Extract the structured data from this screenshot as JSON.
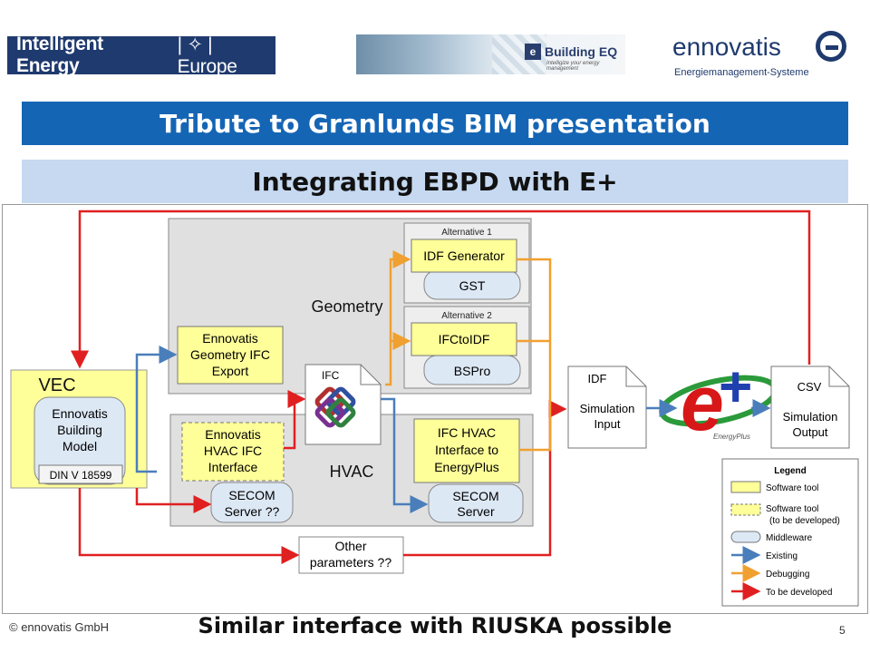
{
  "logos": {
    "intelligent_energy": "Intelligent Energy",
    "intelligent_energy_region": "Europe",
    "building_eq": "Building EQ",
    "building_eq_tagline": "Intelligize your energy management",
    "ennovatis": "ennovatis",
    "ennovatis_sub": "Energiemanagement-Systeme"
  },
  "title": "Tribute to Granlunds BIM presentation",
  "subtitle": "Integrating EBPD with E+",
  "diagram": {
    "geometry_label": "Geometry",
    "hvac_label": "HVAC",
    "alternative1": "Alternative 1",
    "alternative2": "Alternative 2",
    "idf_generator": "IDF Generator",
    "gst": "GST",
    "ifctoidf": "IFCtoIDF",
    "bspro": "BSPro",
    "vec": "VEC",
    "building_model": [
      "Ennovatis",
      "Building",
      "Model"
    ],
    "din": "DIN V 18599",
    "geom_export": [
      "Ennovatis",
      "Geometry IFC",
      "Export"
    ],
    "hvac_ifc": [
      "Ennovatis",
      "HVAC IFC",
      "Interface"
    ],
    "ifc_label": "IFC",
    "secom_server_q": [
      "SECOM",
      "Server ??"
    ],
    "ifc_hvac_interface": [
      "IFC HVAC",
      "Interface to",
      "EnergyPlus"
    ],
    "secom_server": [
      "SECOM",
      "Server"
    ],
    "idf_label": "IDF",
    "sim_input": [
      "Simulation",
      "Input"
    ],
    "csv_label": "CSV",
    "sim_output": [
      "Simulation",
      "Output"
    ],
    "energyplus_caption": "EnergyPlus",
    "other_params": [
      "Other",
      "parameters ??"
    ]
  },
  "legend": {
    "title": "Legend",
    "items": [
      {
        "label": "Software tool"
      },
      {
        "label": "Software tool",
        "label2": "(to be developed)"
      },
      {
        "label": "Middleware"
      },
      {
        "label": "Existing"
      },
      {
        "label": "Debugging"
      },
      {
        "label": "To be developed"
      }
    ]
  },
  "colors": {
    "title_bar": "#1565b5",
    "subtitle_bar": "#c6d9f1",
    "software_tool": "#ffff99",
    "existing": "#4a7ebb",
    "debugging": "#f0a030",
    "to_be_developed": "#e02020"
  },
  "footer": {
    "copyright": "© ennovatis GmbH",
    "note": "Similar interface with RIUSKA possible",
    "page": "5"
  }
}
